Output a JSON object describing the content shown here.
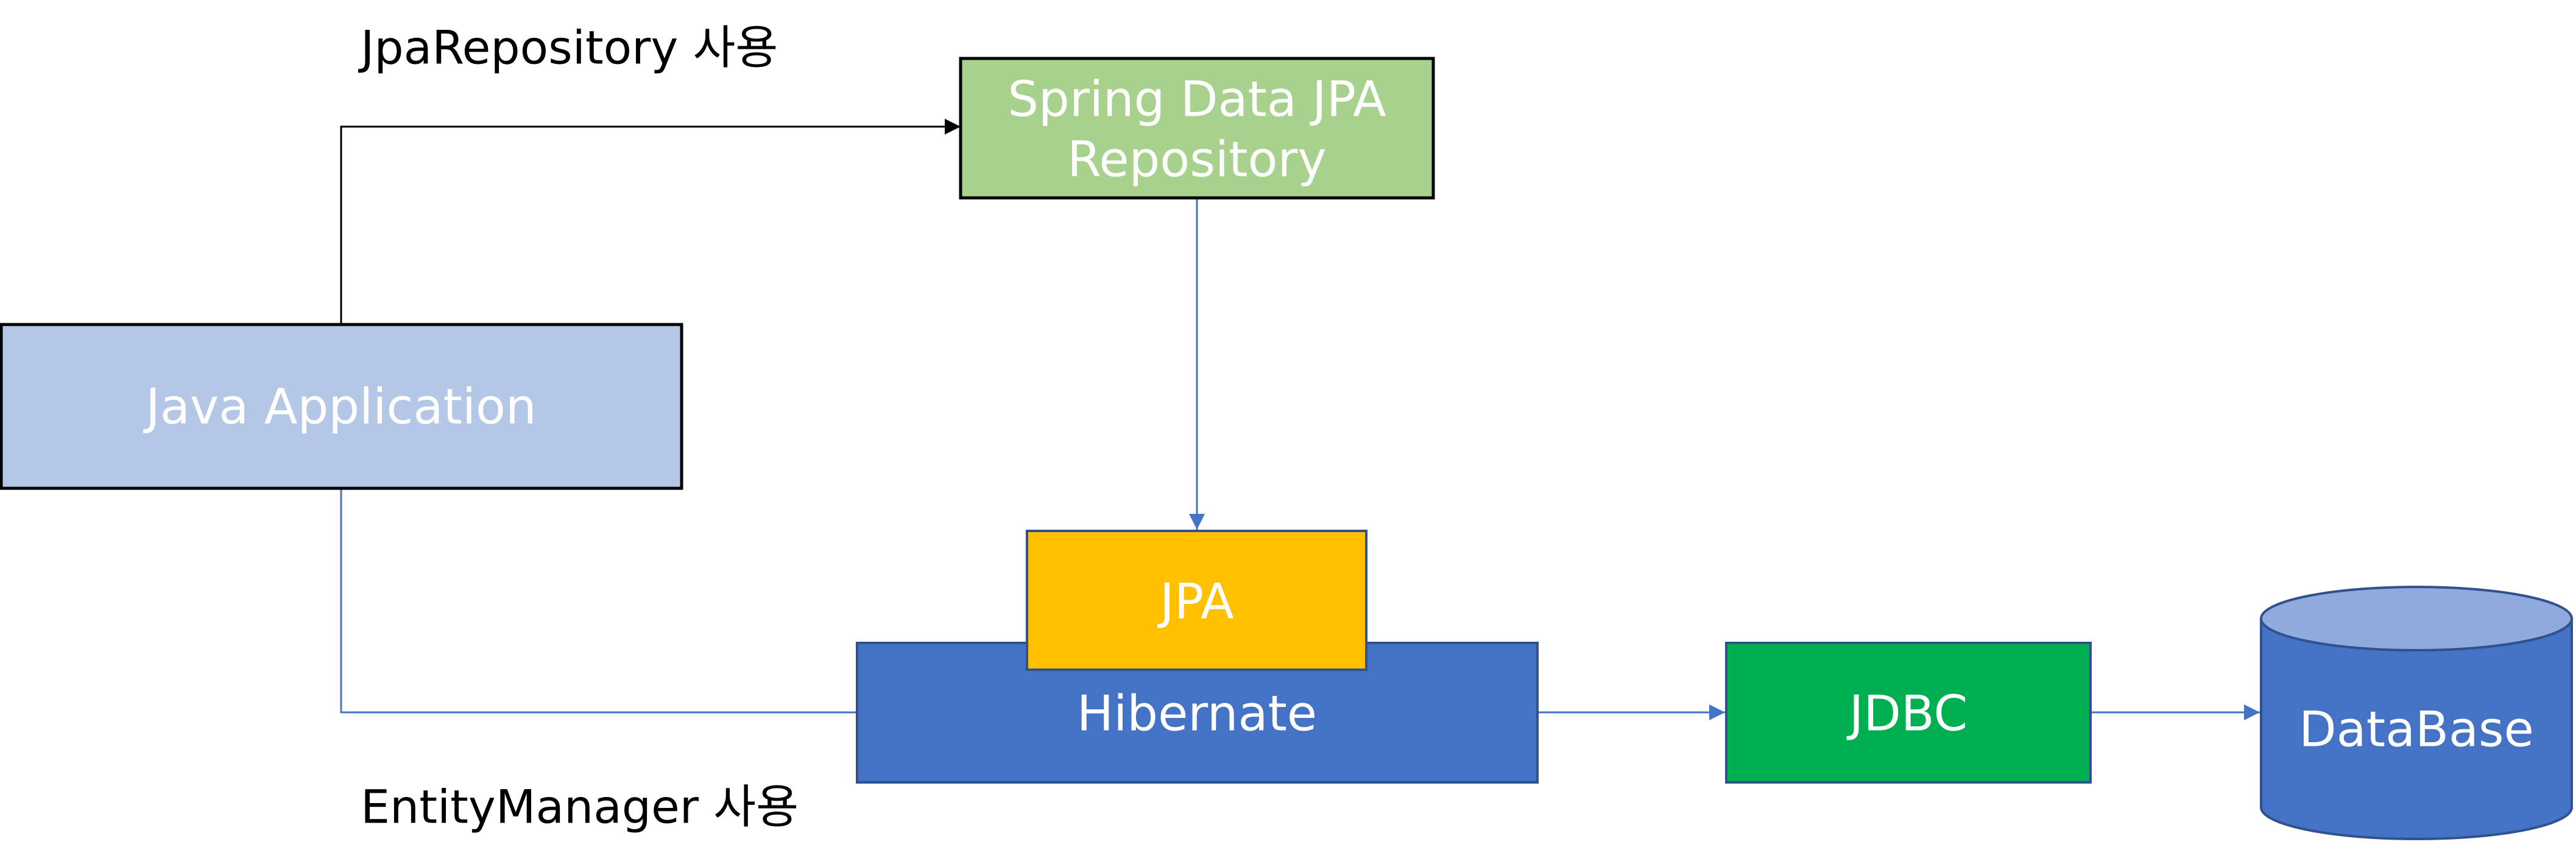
{
  "labels": {
    "top_path": "JpaRepository 사용",
    "bottom_path": "EntityManager 사용"
  },
  "nodes": {
    "java_application": {
      "label": "Java Application",
      "color": "#b4c7e7"
    },
    "spring_data_jpa": {
      "line1": "Spring Data JPA",
      "line2": "Repository",
      "color": "#a9d18e"
    },
    "jpa": {
      "label": "JPA",
      "color": "#ffc000"
    },
    "hibernate": {
      "label": "Hibernate",
      "color": "#4472c4"
    },
    "jdbc": {
      "label": "JDBC",
      "color": "#00b050"
    },
    "database": {
      "label": "DataBase",
      "color": "#4472c4",
      "top_color": "#8faadc"
    }
  },
  "colors": {
    "black_connector": "#000000",
    "blue_connector": "#4472c4"
  }
}
